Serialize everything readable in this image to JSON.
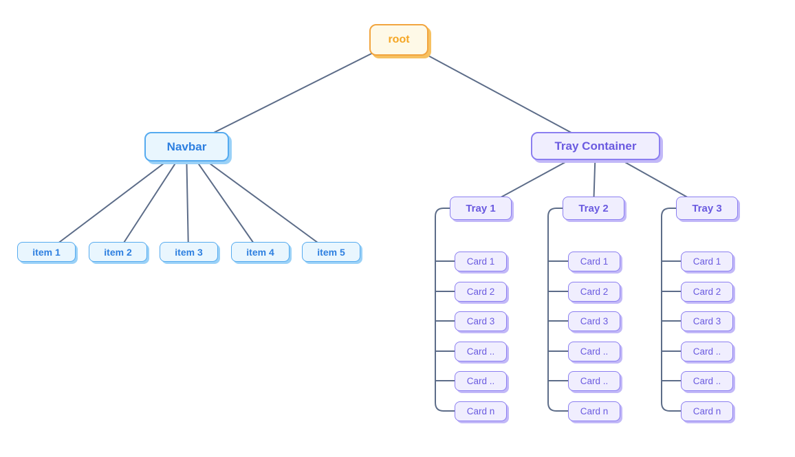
{
  "diagram": {
    "root": {
      "label": "root"
    },
    "navbar": {
      "label": "Navbar",
      "items": [
        {
          "label": "item 1"
        },
        {
          "label": "item 2"
        },
        {
          "label": "item 3"
        },
        {
          "label": "item 4"
        },
        {
          "label": "item 5"
        }
      ]
    },
    "tray_container": {
      "label": "Tray Container",
      "trays": [
        {
          "label": "Tray 1",
          "cards": [
            {
              "label": "Card 1"
            },
            {
              "label": "Card 2"
            },
            {
              "label": "Card 3"
            },
            {
              "label": "Card .."
            },
            {
              "label": "Card .."
            },
            {
              "label": "Card n"
            }
          ]
        },
        {
          "label": "Tray 2",
          "cards": [
            {
              "label": "Card 1"
            },
            {
              "label": "Card 2"
            },
            {
              "label": "Card 3"
            },
            {
              "label": "Card .."
            },
            {
              "label": "Card .."
            },
            {
              "label": "Card n"
            }
          ]
        },
        {
          "label": "Tray 3",
          "cards": [
            {
              "label": "Card 1"
            },
            {
              "label": "Card 2"
            },
            {
              "label": "Card 3"
            },
            {
              "label": "Card .."
            },
            {
              "label": "Card .."
            },
            {
              "label": "Card n"
            }
          ]
        }
      ]
    }
  },
  "colors": {
    "connector": "#5C6C88",
    "orange_fill": "#FEF9E7",
    "orange_border": "#F2A43D",
    "orange_text": "#F5A623",
    "orange_shadow": "#F6C161",
    "blue_fill": "#E9F6FE",
    "blue_border": "#54AAEF",
    "blue_text": "#2D7FE0",
    "blue_shadow": "#9AD1F7",
    "purple_fill": "#F0EEFE",
    "purple_border": "#8B7EF0",
    "purple_text": "#6A5AE0",
    "purple_shadow": "#C2B8F8"
  }
}
